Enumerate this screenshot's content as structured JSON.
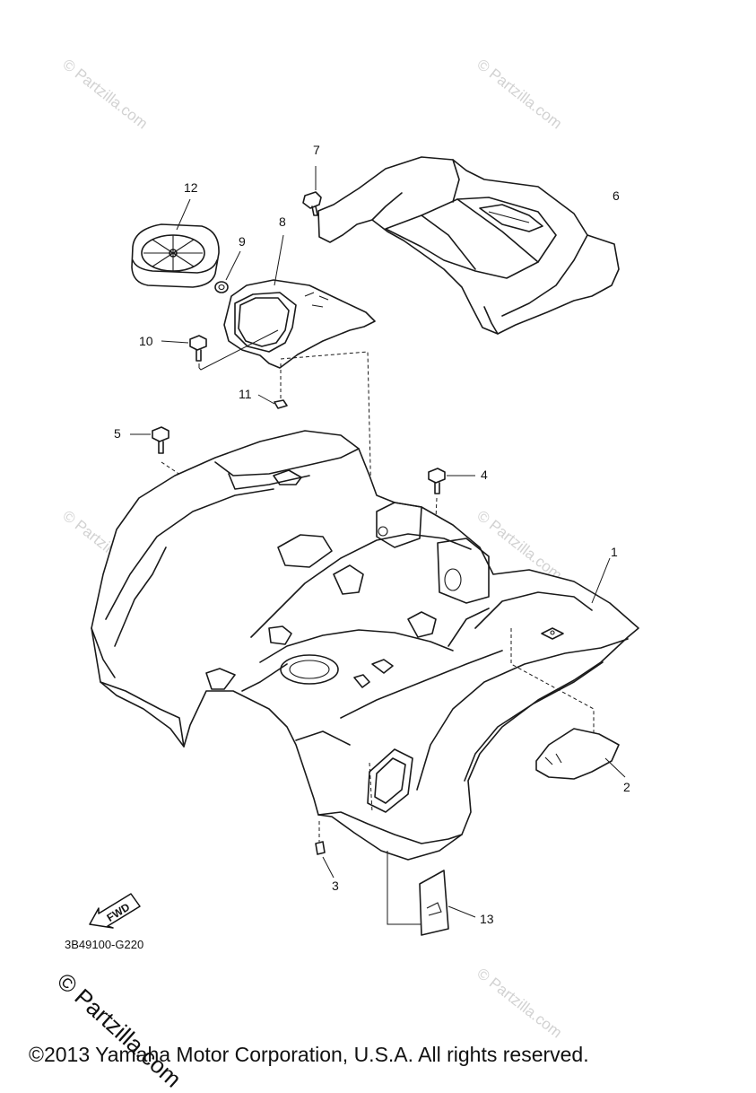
{
  "diagram": {
    "part_code": "3B49100-G220",
    "copyright": "©2013 Yamaha Motor Corporation, U.S.A. All rights reserved.",
    "watermark": "© Partzilla.com",
    "fwd_label": "FWD",
    "callouts": [
      {
        "id": "c1",
        "label": "1"
      },
      {
        "id": "c2",
        "label": "2"
      },
      {
        "id": "c3",
        "label": "3"
      },
      {
        "id": "c4",
        "label": "4"
      },
      {
        "id": "c5",
        "label": "5"
      },
      {
        "id": "c6",
        "label": "6"
      },
      {
        "id": "c7",
        "label": "7"
      },
      {
        "id": "c8",
        "label": "8"
      },
      {
        "id": "c9",
        "label": "9"
      },
      {
        "id": "c10",
        "label": "10"
      },
      {
        "id": "c11",
        "label": "11"
      },
      {
        "id": "c12",
        "label": "12"
      },
      {
        "id": "c13",
        "label": "13"
      }
    ]
  }
}
